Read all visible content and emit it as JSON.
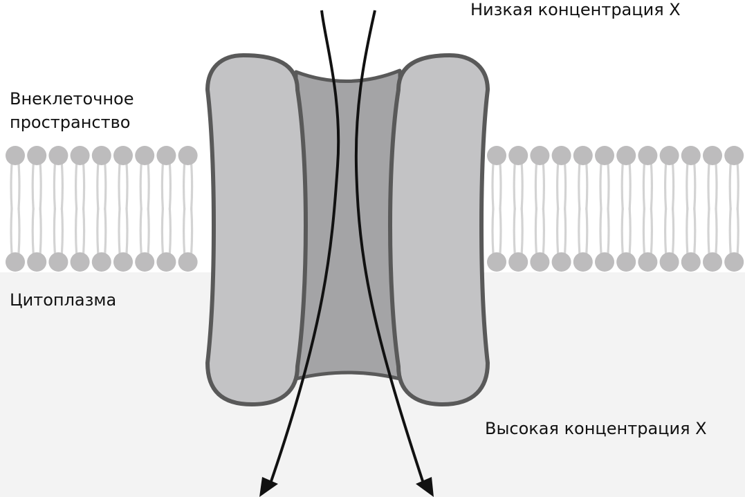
{
  "labels": {
    "extracellular_line1": "Внеклеточное",
    "extracellular_line2": "пространство",
    "cytoplasm": "Цитоплазма",
    "high_concentration": "Высокая концентрация X",
    "low_concentration": "Низкая концентрация X"
  },
  "colors": {
    "background_top": "#ffffff",
    "background_cytoplasm": "#f3f3f3",
    "lipid_head": "#bdbcbd",
    "lipid_tail": "#d3d3d3",
    "protein_fill": "#c3c3c5",
    "protein_stroke": "#595959",
    "channel_fill": "#a4a4a6",
    "arrow": "#111111"
  }
}
